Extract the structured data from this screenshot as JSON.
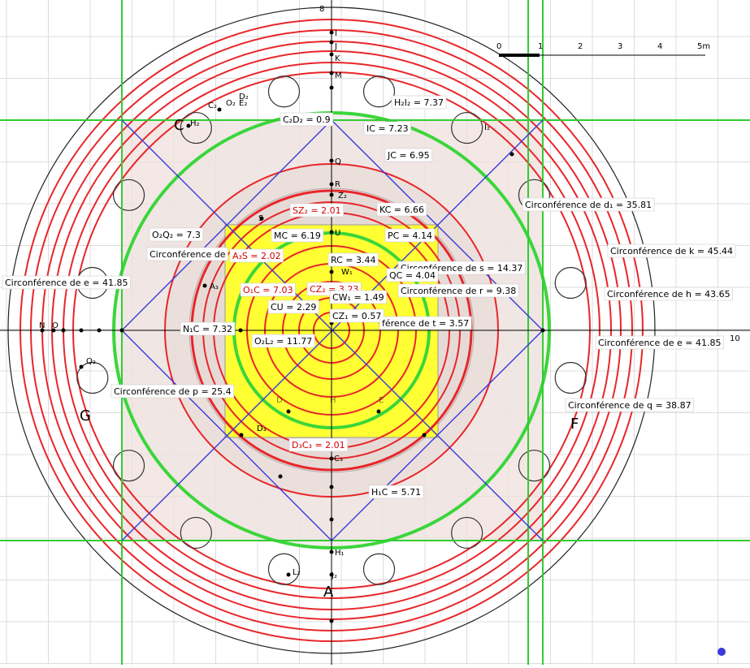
{
  "axis": {
    "y_top_tick": "8",
    "x_right_tick": "10"
  },
  "scale_bar": {
    "ticks": [
      "0",
      "1",
      "2",
      "3",
      "4",
      "5m"
    ]
  },
  "big_labels": [
    {
      "id": "C",
      "text": "C"
    },
    {
      "id": "G",
      "text": "G"
    },
    {
      "id": "F",
      "text": "F"
    },
    {
      "id": "A",
      "text": "A"
    }
  ],
  "point_labels": [
    {
      "id": "I",
      "text": "I"
    },
    {
      "id": "J",
      "text": "J"
    },
    {
      "id": "K",
      "text": "K"
    },
    {
      "id": "M",
      "text": "M"
    },
    {
      "id": "Q",
      "text": "Q"
    },
    {
      "id": "R",
      "text": "R"
    },
    {
      "id": "Z2",
      "text": "Z₂"
    },
    {
      "id": "S",
      "text": "S"
    },
    {
      "id": "U",
      "text": "U"
    },
    {
      "id": "W1",
      "text": "W₁"
    },
    {
      "id": "A3",
      "text": "A₃"
    },
    {
      "id": "N",
      "text": "N"
    },
    {
      "id": "O",
      "text": "O"
    },
    {
      "id": "Q2",
      "text": "Q₂"
    },
    {
      "id": "D3",
      "text": "D₃"
    },
    {
      "id": "C3",
      "text": "C₃"
    },
    {
      "id": "H1",
      "text": "H₁"
    },
    {
      "id": "J2",
      "text": "J₂"
    },
    {
      "id": "L2",
      "text": "L₂"
    },
    {
      "id": "C2",
      "text": "C₂"
    },
    {
      "id": "O2",
      "text": "O₂"
    },
    {
      "id": "D2",
      "text": "D₂"
    },
    {
      "id": "E2",
      "text": "E₂"
    },
    {
      "id": "H2",
      "text": "H₂"
    },
    {
      "id": "I2",
      "text": "I₂"
    },
    {
      "id": "D",
      "text": "D"
    },
    {
      "id": "H",
      "text": "H"
    },
    {
      "id": "E",
      "text": "E"
    }
  ],
  "measure_labels": [
    {
      "id": "H2I2",
      "text": "H₂I₂ = 7.37",
      "red": false
    },
    {
      "id": "C2D2",
      "text": "C₂D₂ = 0.9",
      "red": false
    },
    {
      "id": "IC",
      "text": "IC = 7.23",
      "red": false
    },
    {
      "id": "JC",
      "text": "JC = 6.95",
      "red": false
    },
    {
      "id": "d1",
      "text": "Circonférence de d₁ = 35.81",
      "red": false
    },
    {
      "id": "SZ2",
      "text": "SZ₂ = 2.01",
      "red": true
    },
    {
      "id": "KC",
      "text": "KC = 6.66",
      "red": false
    },
    {
      "id": "O2Q2",
      "text": "O₂Q₂ = 7.3",
      "red": false
    },
    {
      "id": "MC",
      "text": "MC = 6.19",
      "red": false
    },
    {
      "id": "PC",
      "text": "PC = 4.14",
      "red": false
    },
    {
      "id": "k",
      "text": "Circonférence de k = 45.44",
      "red": false
    },
    {
      "id": "cde",
      "text": "Circonférence de",
      "red": false
    },
    {
      "id": "A3S",
      "text": "A₃S = 2.02",
      "red": true
    },
    {
      "id": "RC",
      "text": "RC = 3.44",
      "red": false
    },
    {
      "id": "s",
      "text": "Circonférence de s = 14.37",
      "red": false
    },
    {
      "id": "QC",
      "text": "QC = 4.04",
      "red": false
    },
    {
      "id": "eL",
      "text": "Circonférence de e = 41.85",
      "red": false
    },
    {
      "id": "O1C",
      "text": "O₁C = 7.03",
      "red": true
    },
    {
      "id": "CZ2",
      "text": "CZ₂ = 3.23",
      "red": true
    },
    {
      "id": "r",
      "text": "Circonférence de r = 9.38",
      "red": false
    },
    {
      "id": "h",
      "text": "Circonférence de h = 43.65",
      "red": false
    },
    {
      "id": "W1b",
      "text": "CW₁ = 1.49",
      "red": false
    },
    {
      "id": "CU",
      "text": "CU = 2.29",
      "red": false
    },
    {
      "id": "CZ1",
      "text": "CZ₁ = 0.57",
      "red": false
    },
    {
      "id": "N1C",
      "text": "N₁C = 7.32",
      "red": false
    },
    {
      "id": "t",
      "text": "férence de t = 3.57",
      "red": false
    },
    {
      "id": "O2L2",
      "text": "O₂L₂ = 11.77",
      "red": false
    },
    {
      "id": "eR",
      "text": "Circonférence de e = 41.85",
      "red": false
    },
    {
      "id": "p",
      "text": "Circonférence de p = 25.4",
      "red": false
    },
    {
      "id": "q",
      "text": "Circonférence de q = 38.87",
      "red": false
    },
    {
      "id": "D3C3",
      "text": "D₃C₃ = 2.01",
      "red": true
    },
    {
      "id": "H1C",
      "text": "H₁C = 5.71",
      "red": false
    }
  ],
  "colors": {
    "red_circle": "#e8262a",
    "green_circle": "#3ad63a",
    "blue_lines": "#3a3adb",
    "grid_green": "#33cc33",
    "yellow_fill": "#ffff33",
    "square_frame": "#7a5a20",
    "plan_bg": "#efe0dc"
  }
}
